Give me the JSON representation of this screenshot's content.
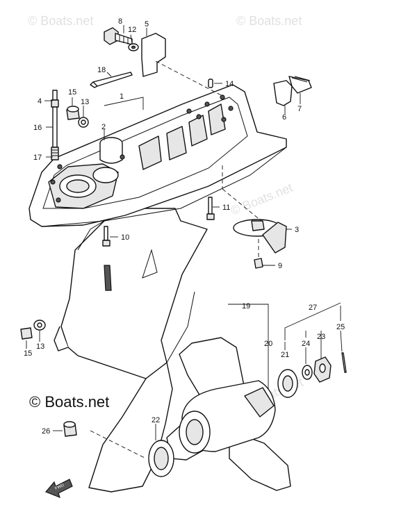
{
  "watermark": "© Boats.net",
  "fwd_label": "FWD",
  "callouts": {
    "c1": "1",
    "c2": "2",
    "c3": "3",
    "c4": "4",
    "c5": "5",
    "c6": "6",
    "c7": "7",
    "c8": "8",
    "c9": "9",
    "c10": "10",
    "c11": "11",
    "c12": "12",
    "c13": "13",
    "c13b": "13",
    "c14": "14",
    "c15": "15",
    "c15b": "15",
    "c16": "16",
    "c17": "17",
    "c18": "18",
    "c19": "19",
    "c20": "20",
    "c21": "21",
    "c22": "22",
    "c23": "23",
    "c24": "24",
    "c25": "25",
    "c26": "26",
    "c27": "27"
  }
}
